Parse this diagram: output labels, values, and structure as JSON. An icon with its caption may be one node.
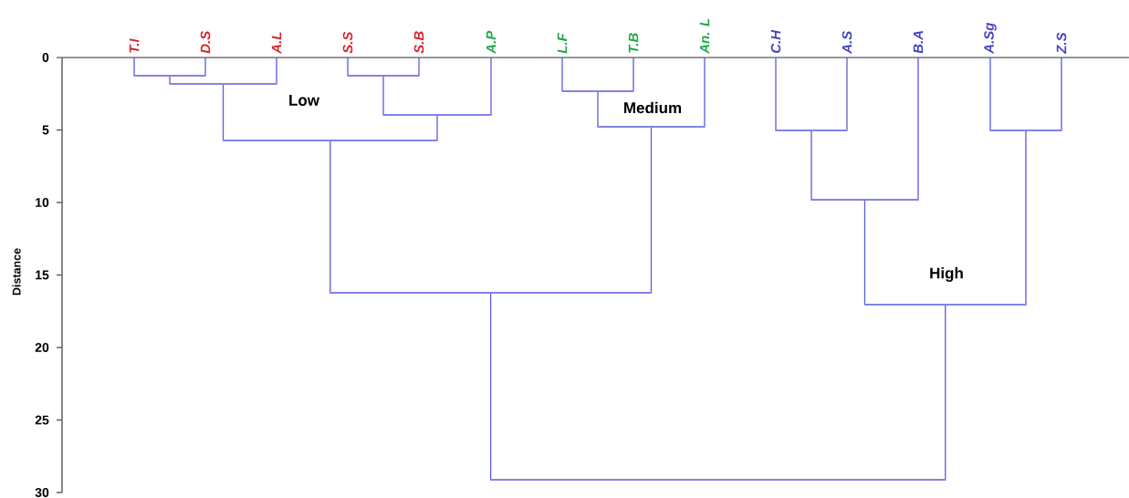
{
  "diagram": {
    "nodes": [
      {
        "text": [
          "T.I"
        ]
      },
      {
        "text": [
          "D.S"
        ]
      },
      {
        "text": [
          "A.L"
        ]
      },
      {
        "text": [
          "S.S"
        ]
      },
      {
        "text": [
          "S.B"
        ]
      },
      {
        "text": [
          "A.P"
        ]
      },
      {
        "text": [
          "L.F"
        ]
      },
      {
        "text": [
          "T.B"
        ]
      },
      {
        "text": [
          "An. L"
        ]
      },
      {
        "text": [
          "C.H"
        ]
      },
      {
        "text": [
          "A.S"
        ]
      },
      {
        "text": [
          "B.A"
        ]
      },
      {
        "text": [
          "A.Sg"
        ]
      },
      {
        "text": [
          "Z.S"
        ]
      },
      {
        "text": [],
        "shape": "bar"
      },
      {
        "text": [],
        "shape": "bar"
      },
      {
        "text": [],
        "shape": "bar"
      },
      {
        "text": [],
        "shape": "bar"
      },
      {
        "text": [],
        "shape": "bar"
      },
      {
        "text": [],
        "shape": "bar"
      },
      {
        "text": [],
        "shape": "bar"
      },
      {
        "text": [],
        "shape": "bar"
      },
      {
        "text": [],
        "shape": "bar"
      },
      {
        "text": [],
        "shape": "bar"
      },
      {
        "text": [],
        "shape": "bar"
      },
      {
        "text": [],
        "shape": "bar"
      },
      {
        "text": [],
        "shape": "bar"
      }
    ],
    "edges": [
      {
        "from": 0,
        "to": 14,
        "arrow": "none"
      },
      {
        "from": 1,
        "to": 14,
        "arrow": "none"
      },
      {
        "from": 3,
        "to": 15,
        "arrow": "none"
      },
      {
        "from": 4,
        "to": 15,
        "arrow": "none"
      },
      {
        "from": 14,
        "to": 16,
        "arrow": "none"
      },
      {
        "from": 2,
        "to": 16,
        "arrow": "none"
      },
      {
        "from": 6,
        "to": 17,
        "arrow": "none"
      },
      {
        "from": 7,
        "to": 17,
        "arrow": "none"
      },
      {
        "from": 15,
        "to": 18,
        "arrow": "none"
      },
      {
        "from": 5,
        "to": 18,
        "arrow": "none"
      },
      {
        "from": 17,
        "to": 19,
        "arrow": "none"
      },
      {
        "from": 8,
        "to": 19,
        "arrow": "none"
      },
      {
        "from": 9,
        "to": 20,
        "arrow": "none"
      },
      {
        "from": 10,
        "to": 20,
        "arrow": "none"
      },
      {
        "from": 12,
        "to": 21,
        "arrow": "none"
      },
      {
        "from": 13,
        "to": 21,
        "arrow": "none"
      },
      {
        "from": 16,
        "to": 22,
        "arrow": "none"
      },
      {
        "from": 18,
        "to": 22,
        "arrow": "none"
      },
      {
        "from": 20,
        "to": 23,
        "arrow": "none"
      },
      {
        "from": 11,
        "to": 23,
        "arrow": "none"
      },
      {
        "from": 22,
        "to": 24,
        "arrow": "none"
      },
      {
        "from": 19,
        "to": 24,
        "arrow": "none"
      },
      {
        "from": 23,
        "to": 25,
        "arrow": "none"
      },
      {
        "from": 21,
        "to": 25,
        "arrow": "none"
      },
      {
        "from": 24,
        "to": 26,
        "arrow": "none"
      },
      {
        "from": 25,
        "to": 26,
        "arrow": "none"
      }
    ],
    "labels": [
      "0",
      "5",
      "10",
      "15",
      "20",
      "25",
      "30",
      "Distance",
      "Low",
      "Medium",
      "High"
    ]
  }
}
